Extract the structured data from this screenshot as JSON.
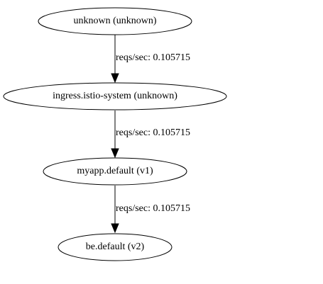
{
  "graph": {
    "nodes": [
      {
        "label": "unknown (unknown)"
      },
      {
        "label": "ingress.istio-system (unknown)"
      },
      {
        "label": "myapp.default (v1)"
      },
      {
        "label": "be.default (v2)"
      }
    ],
    "edges": [
      {
        "label": "reqs/sec: 0.105715"
      },
      {
        "label": "reqs/sec: 0.105715"
      },
      {
        "label": "reqs/sec: 0.105715"
      }
    ]
  }
}
